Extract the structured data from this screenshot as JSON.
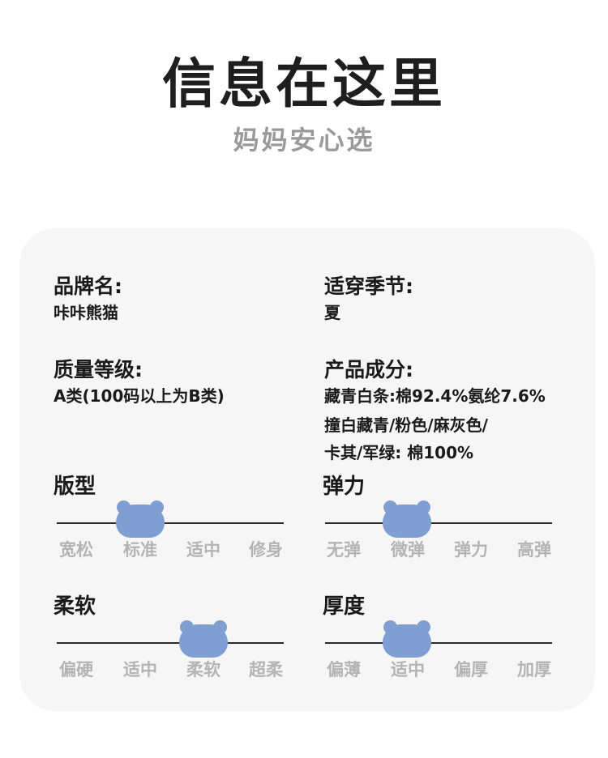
{
  "header": {
    "title": "信息在这里",
    "subtitle": "妈妈安心选"
  },
  "info": {
    "brand": {
      "label": "品牌名:",
      "value": "咔咔熊猫"
    },
    "season": {
      "label": "适穿季节:",
      "value": "夏"
    },
    "quality": {
      "label": "质量等级:",
      "value": "A类(100码以上为B类)"
    },
    "composition": {
      "label": "产品成分:",
      "lines": [
        "藏青白条:棉92.4%氨纶7.6%",
        "撞白藏青/粉色/麻灰色/",
        "卡其/军绿: 棉100%"
      ]
    }
  },
  "sliders": {
    "fit": {
      "label": "版型",
      "options": [
        "宽松",
        "标准",
        "适中",
        "修身"
      ],
      "selected": "标准"
    },
    "elasticity": {
      "label": "弹力",
      "options": [
        "无弹",
        "微弹",
        "弹力",
        "高弹"
      ],
      "selected": "微弹"
    },
    "softness": {
      "label": "柔软",
      "options": [
        "偏硬",
        "适中",
        "柔软",
        "超柔"
      ],
      "selected": "柔软"
    },
    "thickness": {
      "label": "厚度",
      "options": [
        "偏薄",
        "适中",
        "偏厚",
        "加厚"
      ],
      "selected": "适中"
    }
  },
  "colors": {
    "accent": "#7f9ed2",
    "muted_text": "#b4b4b4",
    "card_bg": "#f6f6f6"
  }
}
